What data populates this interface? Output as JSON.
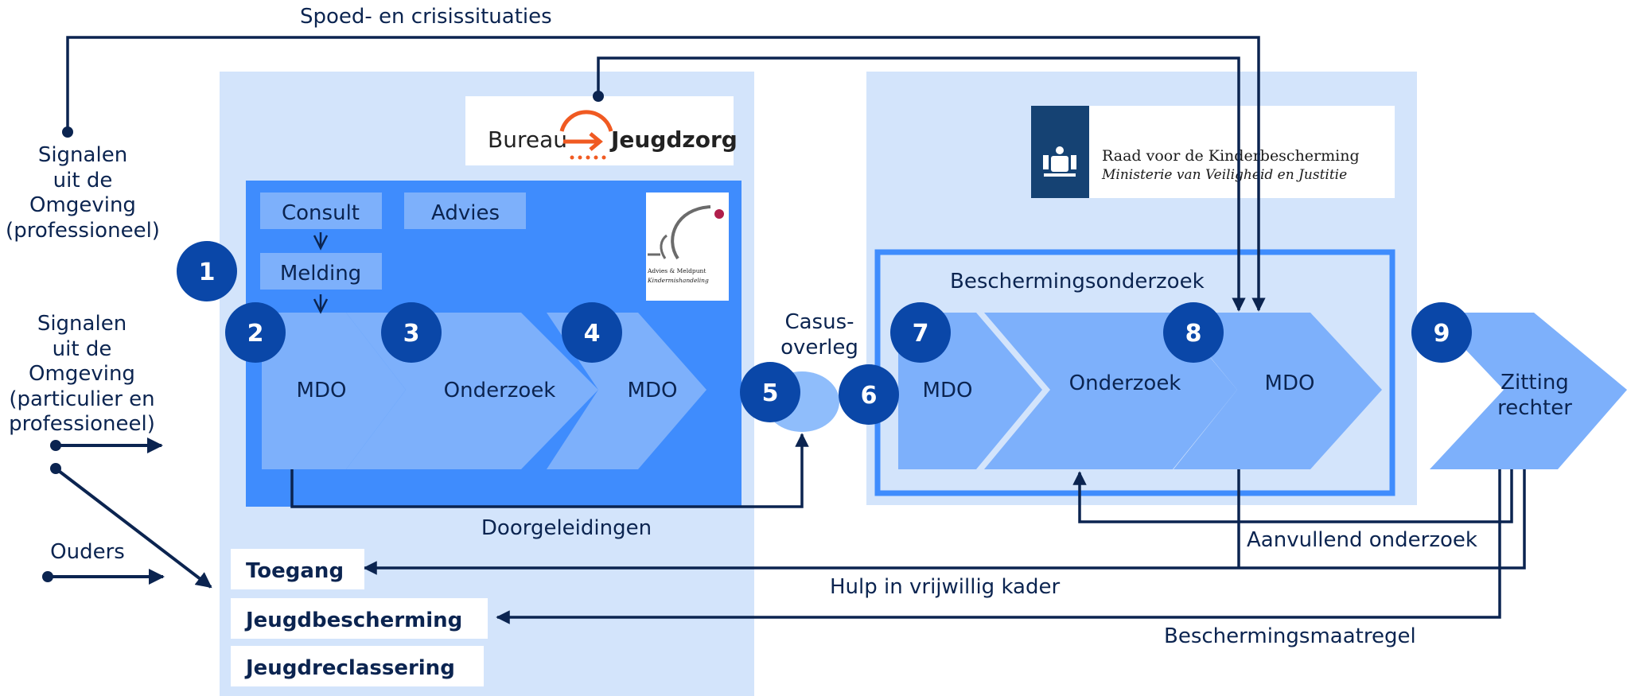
{
  "top_label": "Spoed- en crisissituaties",
  "signals_professional": [
    "Signalen",
    "uit de",
    "Omgeving",
    "(professioneel)"
  ],
  "signals_private": [
    "Signalen",
    "uit de",
    "Omgeving",
    "(particulier en",
    "professioneel)"
  ],
  "parents": "Ouders",
  "bureau_logo": {
    "word1": "Bureau",
    "word2": "Jeugdzorg"
  },
  "amk_logo": {
    "line1": "Advies & Meldpunt",
    "line2": "Kindermishandeling"
  },
  "raad_logo": {
    "line1": "Raad voor de Kinderbescherming",
    "line2": "Ministerie van Veiligheid en Justitie"
  },
  "boxes": {
    "consult": "Consult",
    "advies": "Advies",
    "melding": "Melding"
  },
  "steps": [
    {
      "number": "1"
    },
    {
      "number": "2",
      "label": "MDO"
    },
    {
      "number": "3",
      "label": "Onderzoek"
    },
    {
      "number": "4",
      "label": "MDO"
    },
    {
      "number": "5",
      "label": [
        "Casus-",
        "overleg"
      ]
    },
    {
      "number": "6"
    },
    {
      "number": "7",
      "label": "MDO"
    },
    {
      "number": "8",
      "label": "Onderzoek"
    },
    {
      "number": "9",
      "label": [
        "Zitting",
        "rechter"
      ]
    }
  ],
  "step8_label": "MDO",
  "bescherming_title": "Beschermingsonderzoek",
  "flows": {
    "doorgeleidingen": "Doorgeleidingen",
    "aanvullend": "Aanvullend onderzoek",
    "hulp": "Hulp in vrijwillig kader",
    "maatregel": "Beschermingsmaatregel"
  },
  "outputs": [
    "Toegang",
    "Jeugdbescherming",
    "Jeugdreclassering"
  ],
  "colors": {
    "navy": "#0b2450",
    "circle": "#0a47a8",
    "light_bg": "#d3e4fb",
    "mid_blue": "#3f8cfd",
    "chevron": "#7db0fb"
  }
}
